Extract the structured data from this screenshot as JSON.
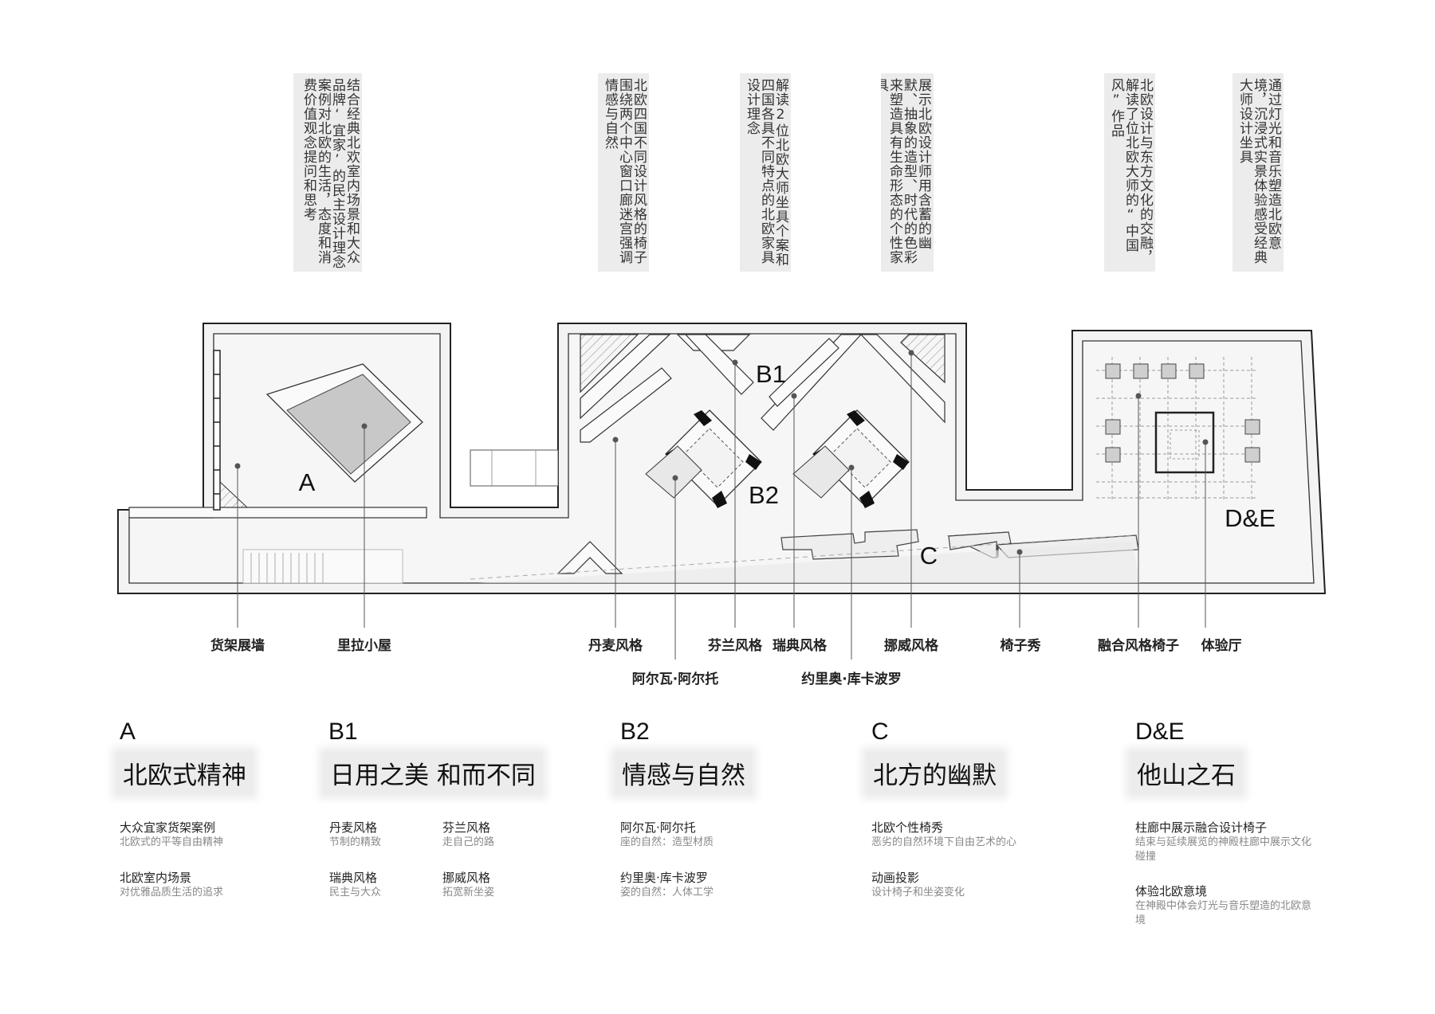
{
  "top_texts": [
    {
      "id": "a",
      "text": "结合经典北欢室内场景和大众品牌‘宜家’的民主设计理念案例对北欧的生活，态度和消费价值观念提问和思考"
    },
    {
      "id": "b1",
      "text": "北欧四国不同设计风格的椅子围绕两个中心窗口廊迷宫强调情感与自然"
    },
    {
      "id": "b2",
      "text": "解读2位北欧大师坐具个案和四国各具不同特点的北欧家具设计理念"
    },
    {
      "id": "c",
      "text": "展示北欧设计师用含蓄的幽默、抽象的造型、时代的色彩来塑造具有生命形态的个性家具"
    },
    {
      "id": "d",
      "text": "北欧设计与东方文化的交融，解读了位北欧大师的“中国风”作品"
    },
    {
      "id": "e",
      "text": "通过灯光和音乐塑造北欧意境，沉浸式实景体验感受经典大师设计坐具"
    }
  ],
  "zones": {
    "a": "A",
    "b1": "B1",
    "b2": "B2",
    "c": "C",
    "de": "D&E"
  },
  "callouts": {
    "shelf_wall": "货架展墙",
    "lila_house": "里拉小屋",
    "denmark": "丹麦风格",
    "finland": "芬兰风格",
    "sweden": "瑞典风格",
    "norway": "挪威风格",
    "chair_show": "椅子秀",
    "fusion_chairs": "融合风格椅子",
    "experience_hall": "体验厅",
    "aalto": "阿尔瓦·阿尔托",
    "kukkapuro": "约里奥·库卡波罗"
  },
  "sections": [
    {
      "id": "a",
      "letter": "A",
      "title": "北欧式精神",
      "items": [
        {
          "title": "大众宜家货架案例",
          "desc": "北欧式的平等自由精神"
        },
        {
          "title": "北欧室内场景",
          "desc": "对优雅品质生活的追求"
        }
      ]
    },
    {
      "id": "b1",
      "letter": "B1",
      "title": "日用之美 和而不同",
      "items": [
        {
          "title": "丹麦风格",
          "desc": "节制的精致"
        },
        {
          "title": "芬兰风格",
          "desc": "走自己的路"
        },
        {
          "title": "瑞典风格",
          "desc": "民主与大众"
        },
        {
          "title": "挪威风格",
          "desc": "拓宽新坐姿"
        }
      ]
    },
    {
      "id": "b2",
      "letter": "B2",
      "title": "情感与自然",
      "items": [
        {
          "title": "阿尔瓦·阿尔托",
          "desc": "座的自然：造型材质"
        },
        {
          "title": "约里奥·库卡波罗",
          "desc": "姿的自然：人体工学"
        }
      ]
    },
    {
      "id": "c",
      "letter": "C",
      "title": "北方的幽默",
      "items": [
        {
          "title": "北欧个性椅秀",
          "desc": "恶劣的自然环境下自由艺术的心"
        },
        {
          "title": "动画投影",
          "desc": "设计椅子和坐姿变化"
        }
      ]
    },
    {
      "id": "de",
      "letter": "D&E",
      "title": "他山之石",
      "items": [
        {
          "title": "柱廊中展示融合设计椅子",
          "desc": "结束与延续展览的神殿柱廊中展示文化碰撞"
        },
        {
          "title": "体验北欧意境",
          "desc": "在神殿中体会灯光与音乐塑造的北欧意境"
        }
      ]
    }
  ]
}
